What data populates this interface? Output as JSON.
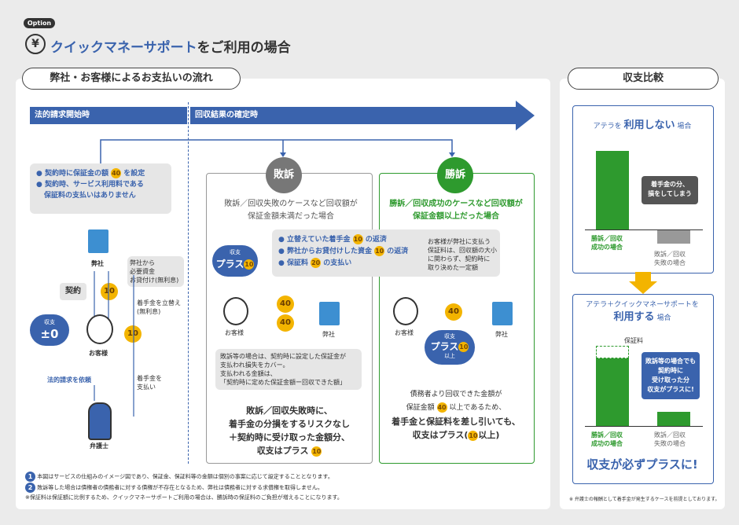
{
  "header": {
    "badge": "Option",
    "title_blue": "クイックマネーサポート",
    "title_rest": "をご利用の場合"
  },
  "left_panel": {
    "title": "弊社・お客様によるお支払いの流れ",
    "arrow1": "法的請求開始時",
    "arrow2": "回収結果の確定時",
    "callout1": [
      "契約時に保証金の額",
      "を設定"
    ],
    "callout1_coin": "40",
    "callout2": [
      "契約時、サービス利用料である",
      "保証料の支払いはありません"
    ],
    "company": "弊社",
    "customer": "お客様",
    "lawyer": "弁護士",
    "contract": "契約",
    "coin10": "10",
    "lend_note": [
      "弊社から",
      "必要資金",
      "お貸付け(無利息)"
    ],
    "advance_note": [
      "着手金を立替え",
      "(無利息)"
    ],
    "pay_note": [
      "着手金を",
      "支払い"
    ],
    "request_note": "法的請求を依頼",
    "balance_label": "収支",
    "balance_value": "±0"
  },
  "loss": {
    "tag": "敗訴",
    "desc": [
      "敗訴／回収失敗のケースなど回収額が",
      "保証金額未満だった場合"
    ],
    "plus_label": "収支",
    "plus_value": "プラス",
    "plus_coin": "10",
    "coin40": "40",
    "customer": "お客様",
    "company": "弊社",
    "note": [
      "敗訴等の場合は、契約時に設定した保証金が",
      "支払われ損失をカバー。",
      "支払われる金額は、",
      "「契約時に定めた保証金額",
      "ー回収できた額」"
    ],
    "summary": [
      "敗訴／回収失敗時に、",
      "着手金の分損をするリスクなし",
      "＋契約時に受け取った金額分、",
      "収支はプラス"
    ]
  },
  "win": {
    "tag": "勝訴",
    "desc": [
      "勝訴／回収成功のケースなど回収額が",
      "保証金額以上だった場合"
    ],
    "list": [
      "立替えていた着手金",
      "の返済",
      "弊社からお貸付けした資金",
      "の返済",
      "保証料",
      "の支払い"
    ],
    "list_coins": [
      "10",
      "10",
      "20"
    ],
    "side_note": [
      "お客様が弊社に支払う",
      "保証料は、回収額の大小",
      "に関わらず、契約時に",
      "取り決めた一定額"
    ],
    "coin40": "40",
    "customer": "お客様",
    "company": "弊社",
    "plus_label": "収支",
    "plus_value": "プラス",
    "plus_sub": "以上",
    "plus_coin": "10",
    "summary": [
      "債務者より回収できた金額が",
      "保証金額",
      "以上であるため、",
      "着手金と保証料を差し引いても、",
      "収支はプラス(",
      "以上)"
    ]
  },
  "right_panel": {
    "title": "収支比較",
    "box1_title": [
      "アテラを",
      "利用しない",
      "場合"
    ],
    "bubble1": [
      "着手金の分、",
      "損をしてしまう"
    ],
    "bar1_a": [
      "勝訴／回収",
      "成功の場合"
    ],
    "bar1_b": [
      "敗訴／回収",
      "失敗の場合"
    ],
    "box2_title": [
      "アテラ＋クイックマネーサポートを",
      "利用する",
      "場合"
    ],
    "fee_label": "保証料",
    "bubble2": [
      "敗訴等の場合でも",
      "契約時に",
      "受け取った分",
      "収支がプラスに!"
    ],
    "bar2_a": [
      "勝訴／回収",
      "成功の場合"
    ],
    "bar2_b": [
      "敗訴／回収",
      "失敗の場合"
    ],
    "conclusion": "収支が必ずプラスに!",
    "footnote": "※ 弁護士の報酬として着手金が発生するケースを前提としております。"
  },
  "footnotes": [
    "本図はサービスの仕組みのイメージ図であり、保証金、保証料等の金額は個別の事案に応じて設定することとなります。",
    "敗訴等した場合は債権者の債務者に対する債権が不存在となるため、弊社は債務者に対する求償権を取得しません。",
    "※保証料は保証額に比例するため、クイックマネーサポートご利用の場合は、勝訴時の保証料のご負担が増えることになります。"
  ],
  "footnote_nums": [
    "1",
    "2"
  ],
  "colors": {
    "blue": "#3a63ad",
    "green": "#2e9a2e",
    "gold": "#f3b400"
  }
}
